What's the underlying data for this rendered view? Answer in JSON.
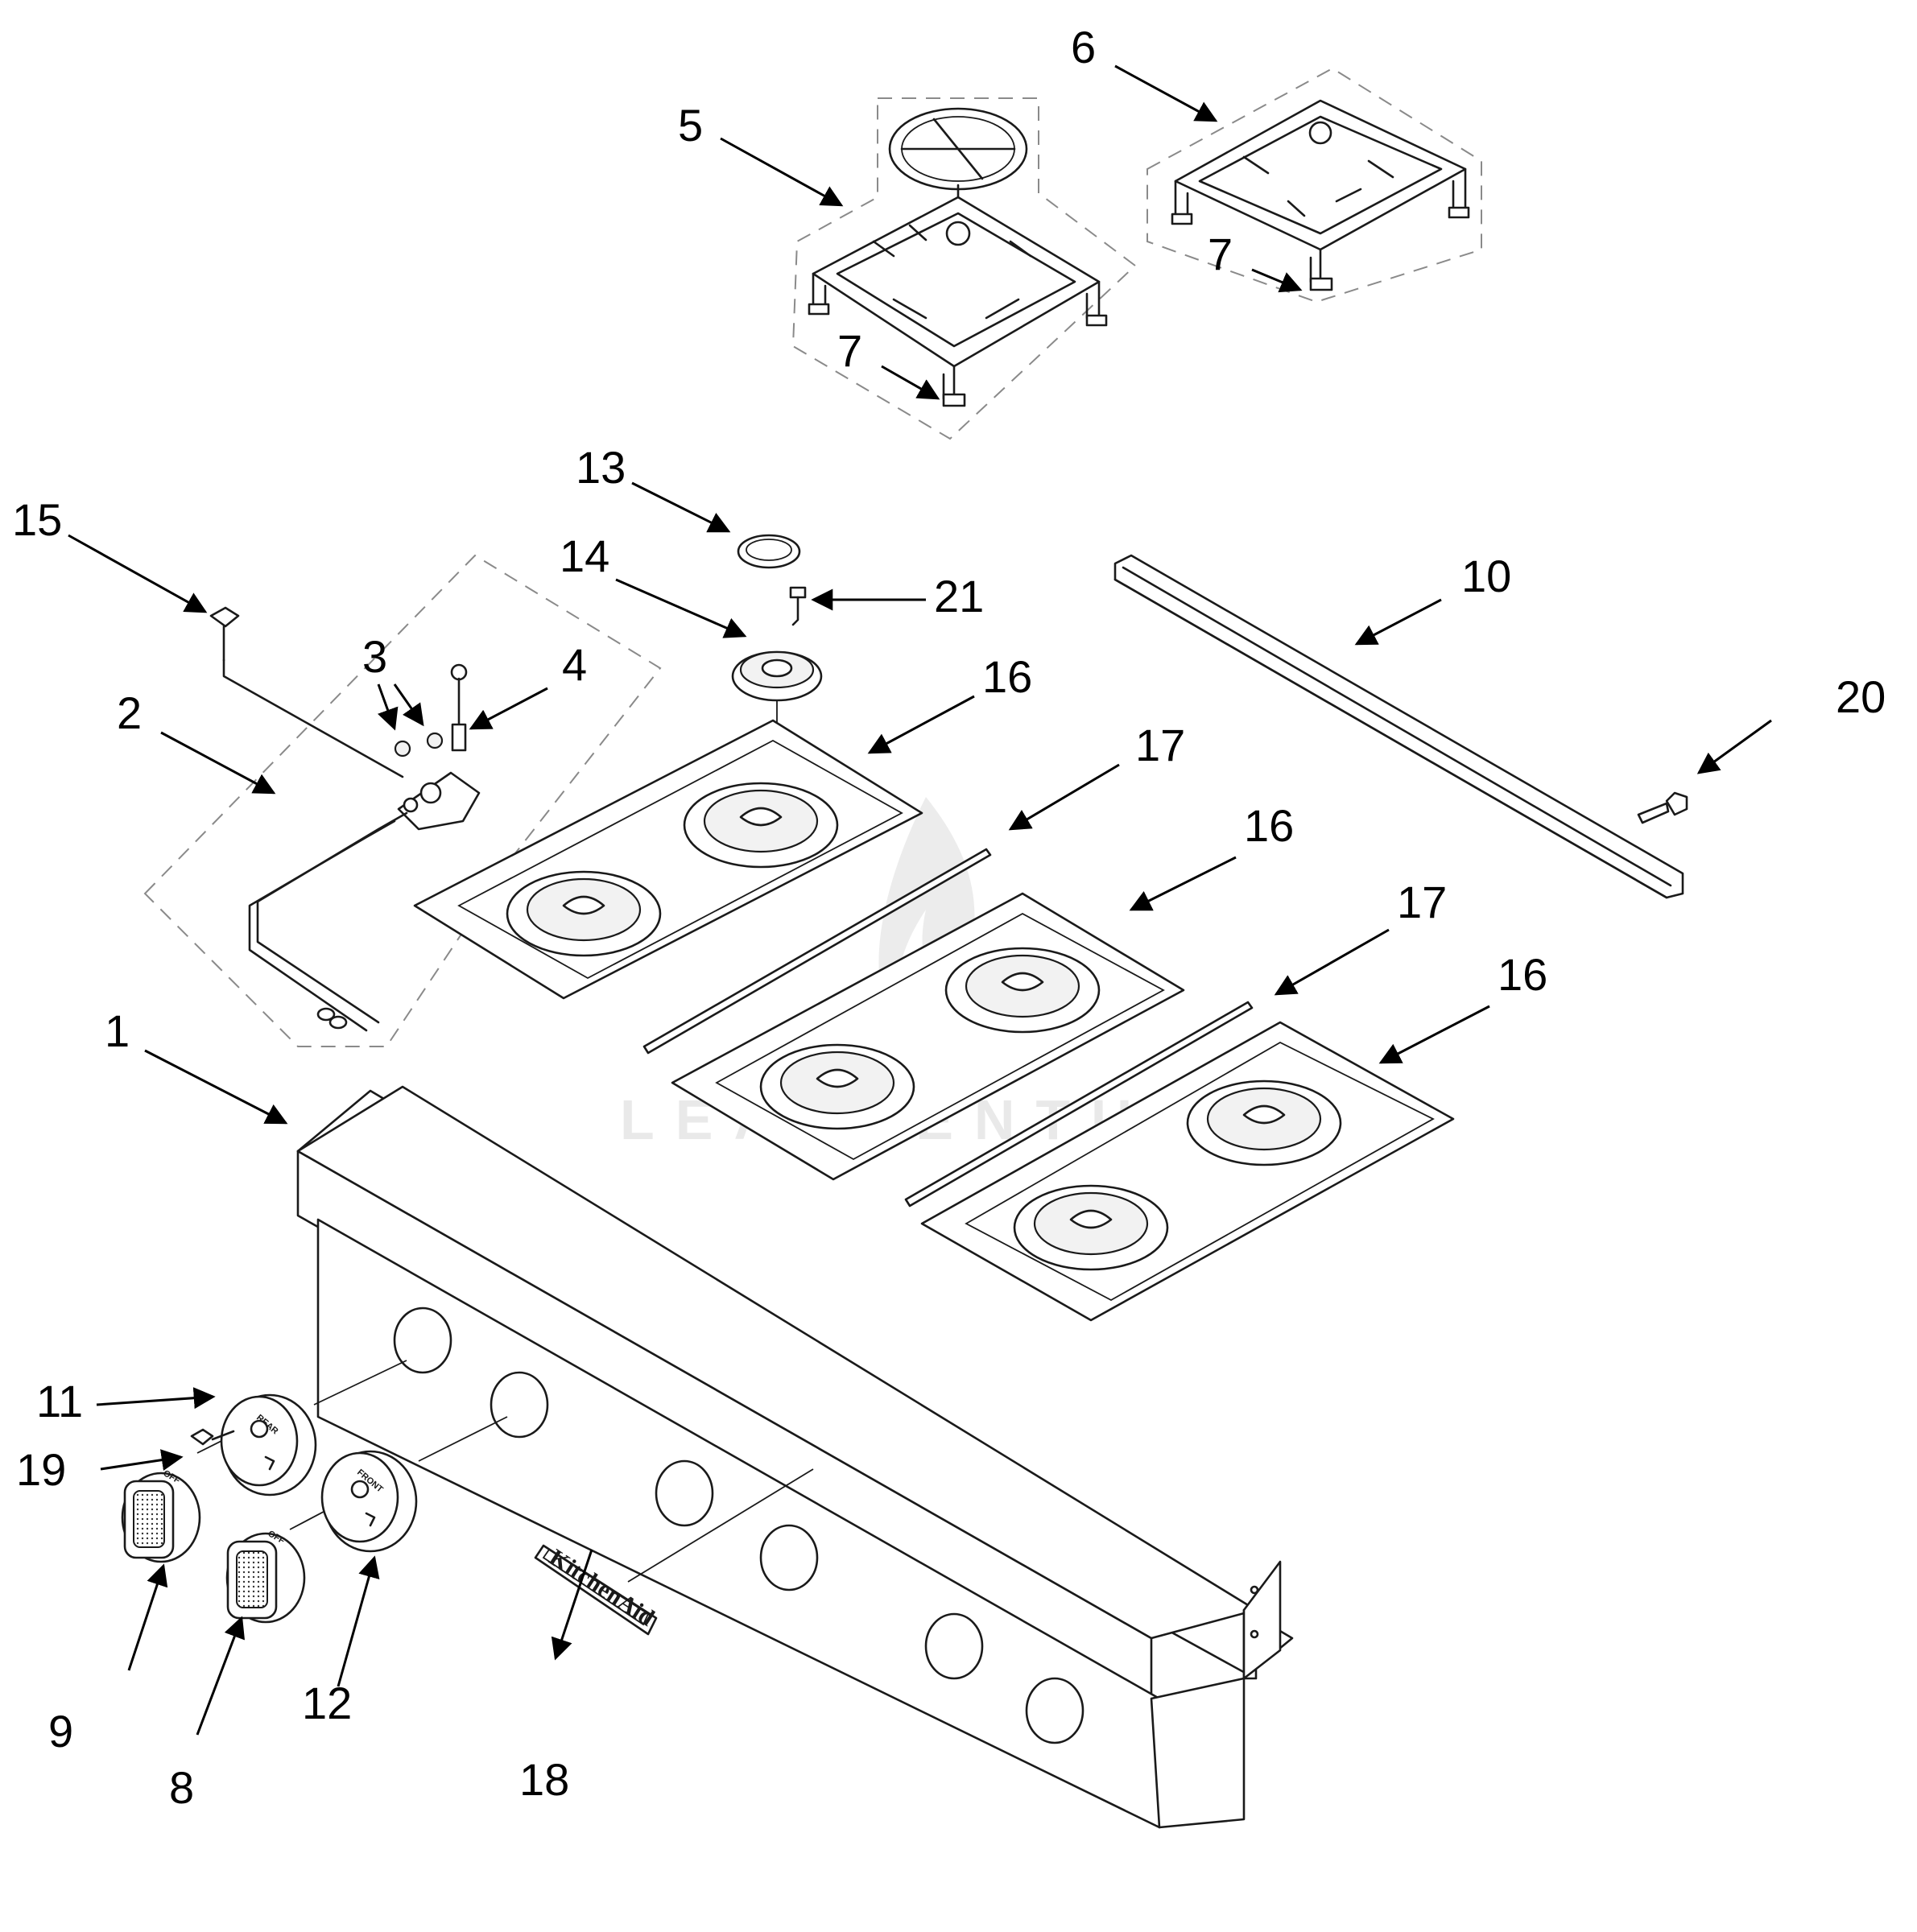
{
  "callouts": [
    {
      "id": "c1",
      "text": "1"
    },
    {
      "id": "c2",
      "text": "2"
    },
    {
      "id": "c3",
      "text": "3"
    },
    {
      "id": "c4",
      "text": "4"
    },
    {
      "id": "c5",
      "text": "5"
    },
    {
      "id": "c6",
      "text": "6"
    },
    {
      "id": "c7a",
      "text": "7"
    },
    {
      "id": "c7b",
      "text": "7"
    },
    {
      "id": "c8",
      "text": "8"
    },
    {
      "id": "c9",
      "text": "9"
    },
    {
      "id": "c10",
      "text": "10"
    },
    {
      "id": "c11",
      "text": "11"
    },
    {
      "id": "c12",
      "text": "12"
    },
    {
      "id": "c13",
      "text": "13"
    },
    {
      "id": "c14",
      "text": "14"
    },
    {
      "id": "c15",
      "text": "15"
    },
    {
      "id": "c16a",
      "text": "16"
    },
    {
      "id": "c16b",
      "text": "16"
    },
    {
      "id": "c16c",
      "text": "16"
    },
    {
      "id": "c17a",
      "text": "17"
    },
    {
      "id": "c17b",
      "text": "17"
    },
    {
      "id": "c18",
      "text": "18"
    },
    {
      "id": "c19",
      "text": "19"
    },
    {
      "id": "c20",
      "text": "20"
    },
    {
      "id": "c21",
      "text": "21"
    }
  ],
  "nameplate": {
    "brand": "KitchenAid"
  },
  "knob_labels": {
    "off": "OFF",
    "rear": "REAR",
    "front": "FRONT"
  },
  "watermark": {
    "text": "LEADVENTURE"
  },
  "colors": {
    "line": "#1a1a1a",
    "dashed": "#8a8a8a",
    "background": "#ffffff",
    "watermark": "#e9e9e9"
  }
}
